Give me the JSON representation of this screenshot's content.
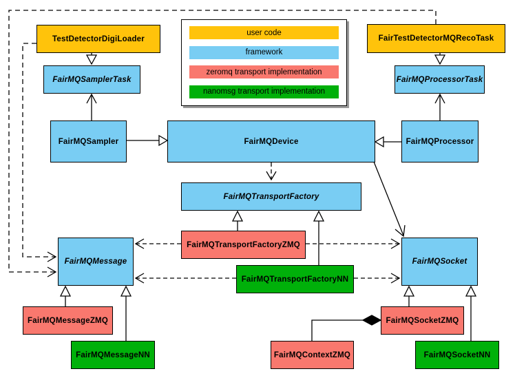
{
  "canvas": {
    "background": "#FFFFFF",
    "line_color": "#000000"
  },
  "legend": {
    "items": [
      {
        "label": "user code",
        "color": "#FFC30B",
        "category": "user-code"
      },
      {
        "label": "framework",
        "color": "#79CDF3",
        "category": "framework"
      },
      {
        "label": "zeromq transport implementation",
        "color": "#F9786E",
        "category": "zeromq"
      },
      {
        "label": "nanomsg transport implementation",
        "color": "#00B00A",
        "category": "nanomsg"
      }
    ]
  },
  "nodes": {
    "digi_loader": {
      "label": "TestDetectorDigiLoader",
      "category": "user-code",
      "abstract": false
    },
    "sampler_task": {
      "label": "FairMQSamplerTask",
      "category": "framework",
      "abstract": true
    },
    "sampler": {
      "label": "FairMQSampler",
      "category": "framework",
      "abstract": false
    },
    "reco_task": {
      "label": "FairTestDetectorMQRecoTask",
      "category": "user-code",
      "abstract": false
    },
    "processor_task": {
      "label": "FairMQProcessorTask",
      "category": "framework",
      "abstract": true
    },
    "processor": {
      "label": "FairMQProcessor",
      "category": "framework",
      "abstract": false
    },
    "device": {
      "label": "FairMQDevice",
      "category": "framework",
      "abstract": false
    },
    "transport_factory": {
      "label": "FairMQTransportFactory",
      "category": "framework",
      "abstract": true
    },
    "transport_factory_zmq": {
      "label": "FairMQTransportFactoryZMQ",
      "category": "zeromq",
      "abstract": false
    },
    "transport_factory_nn": {
      "label": "FairMQTransportFactoryNN",
      "category": "nanomsg",
      "abstract": false
    },
    "message": {
      "label": "FairMQMessage",
      "category": "framework",
      "abstract": true
    },
    "socket": {
      "label": "FairMQSocket",
      "category": "framework",
      "abstract": true
    },
    "message_zmq": {
      "label": "FairMQMessageZMQ",
      "category": "zeromq",
      "abstract": false
    },
    "message_nn": {
      "label": "FairMQMessageNN",
      "category": "nanomsg",
      "abstract": false
    },
    "context_zmq": {
      "label": "FairMQContextZMQ",
      "category": "zeromq",
      "abstract": false
    },
    "socket_zmq": {
      "label": "FairMQSocketZMQ",
      "category": "zeromq",
      "abstract": false
    },
    "socket_nn": {
      "label": "FairMQSocketNN",
      "category": "nanomsg",
      "abstract": false
    }
  },
  "edges": [
    {
      "from": "TestDetectorDigiLoader",
      "to": "FairMQSamplerTask",
      "type": "inheritance"
    },
    {
      "from": "FairMQSampler",
      "to": "FairMQSamplerTask",
      "type": "arrow"
    },
    {
      "from": "FairMQSampler",
      "to": "FairMQDevice",
      "type": "inheritance"
    },
    {
      "from": "FairTestDetectorMQRecoTask",
      "to": "FairMQProcessorTask",
      "type": "inheritance"
    },
    {
      "from": "FairMQProcessor",
      "to": "FairMQProcessorTask",
      "type": "arrow"
    },
    {
      "from": "FairMQProcessor",
      "to": "FairMQDevice",
      "type": "inheritance"
    },
    {
      "from": "FairMQDevice",
      "to": "FairMQTransportFactory",
      "type": "dashed-arrow"
    },
    {
      "from": "FairMQDevice",
      "to": "FairMQSocket",
      "type": "arrow"
    },
    {
      "from": "FairMQTransportFactoryZMQ",
      "to": "FairMQTransportFactory",
      "type": "inheritance"
    },
    {
      "from": "FairMQTransportFactoryNN",
      "to": "FairMQTransportFactory",
      "type": "inheritance"
    },
    {
      "from": "FairMQTransportFactoryZMQ",
      "to": "FairMQMessage",
      "type": "dashed-arrow"
    },
    {
      "from": "FairMQTransportFactoryZMQ",
      "to": "FairMQSocket",
      "type": "dashed-arrow"
    },
    {
      "from": "FairMQTransportFactoryNN",
      "to": "FairMQMessage",
      "type": "dashed-arrow"
    },
    {
      "from": "FairMQTransportFactoryNN",
      "to": "FairMQSocket",
      "type": "dashed-arrow"
    },
    {
      "from": "FairTestDetectorMQRecoTask",
      "to": "FairMQMessage",
      "type": "dashed-arrow"
    },
    {
      "from": "TestDetectorDigiLoader",
      "to": "FairMQMessage",
      "type": "dashed-arrow"
    },
    {
      "from": "FairMQMessageZMQ",
      "to": "FairMQMessage",
      "type": "inheritance"
    },
    {
      "from": "FairMQMessageNN",
      "to": "FairMQMessage",
      "type": "inheritance"
    },
    {
      "from": "FairMQSocketZMQ",
      "to": "FairMQSocket",
      "type": "inheritance"
    },
    {
      "from": "FairMQSocketNN",
      "to": "FairMQSocket",
      "type": "inheritance"
    },
    {
      "from": "FairMQContextZMQ",
      "to": "FairMQSocketZMQ",
      "type": "composition"
    }
  ]
}
